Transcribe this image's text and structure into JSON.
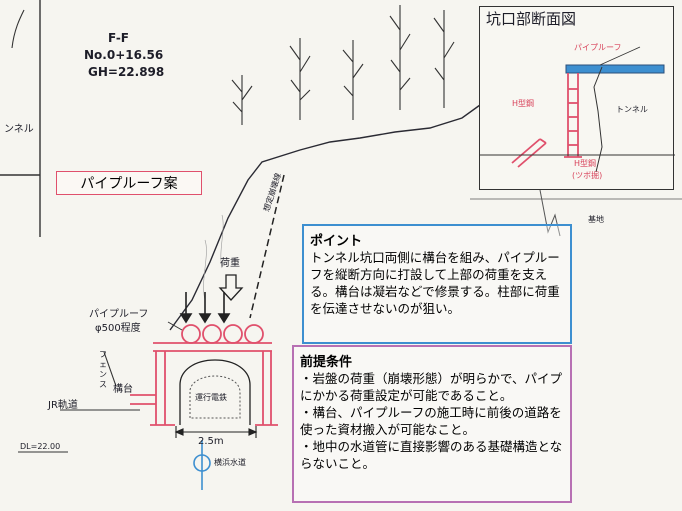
{
  "section": {
    "title": "F-F",
    "station": "No.0+16.56",
    "gh": "GH=22.898"
  },
  "left_edge": {
    "label": "ンネル"
  },
  "proposal_label": "パイプルーフ案",
  "labels": {
    "load": "荷重",
    "assumed_collapse_line": "想定崩壊線",
    "pipe_roof": "パイプルーフ",
    "pipe_roof_size": "φ500程度",
    "fence": "フェンス",
    "frame": "構台",
    "jr_track": "JR軌道",
    "train": "運行電鉄",
    "width": "2.5m",
    "water_pipe": "横浜水道",
    "dl": "DL=22.00",
    "bedrock": "基地"
  },
  "point_box": {
    "title": "ポイント",
    "body": "トンネル坑口両側に構台を組み、パイプルーフを縦断方向に打設して上部の荷重を支える。構台は凝岩などで修景する。柱部に荷重を伝達させないのが狙い。"
  },
  "premise_box": {
    "title": "前提条件",
    "items": [
      "・岩盤の荷重（崩壊形態）が明らかで、パイプにかかる荷重設定が可能であること。",
      "・構台、パイプルーフの施工時に前後の道路を使った資材搬入が可能なこと。",
      "・地中の水道管に直接影響のある基礎構造とならないこと。"
    ]
  },
  "inset": {
    "title": "坑口部断面図",
    "pipe_roof": "パイプルーフ",
    "h_steel": "H型鋼",
    "tunnel": "トンネル",
    "h_steel_bottom": "H型鋼",
    "h_steel_note": "(ツボ掘)"
  },
  "colors": {
    "pink": "#e0506c",
    "blue": "#3d8fd0",
    "purple": "#b770b3",
    "ink": "#1d1d28"
  }
}
